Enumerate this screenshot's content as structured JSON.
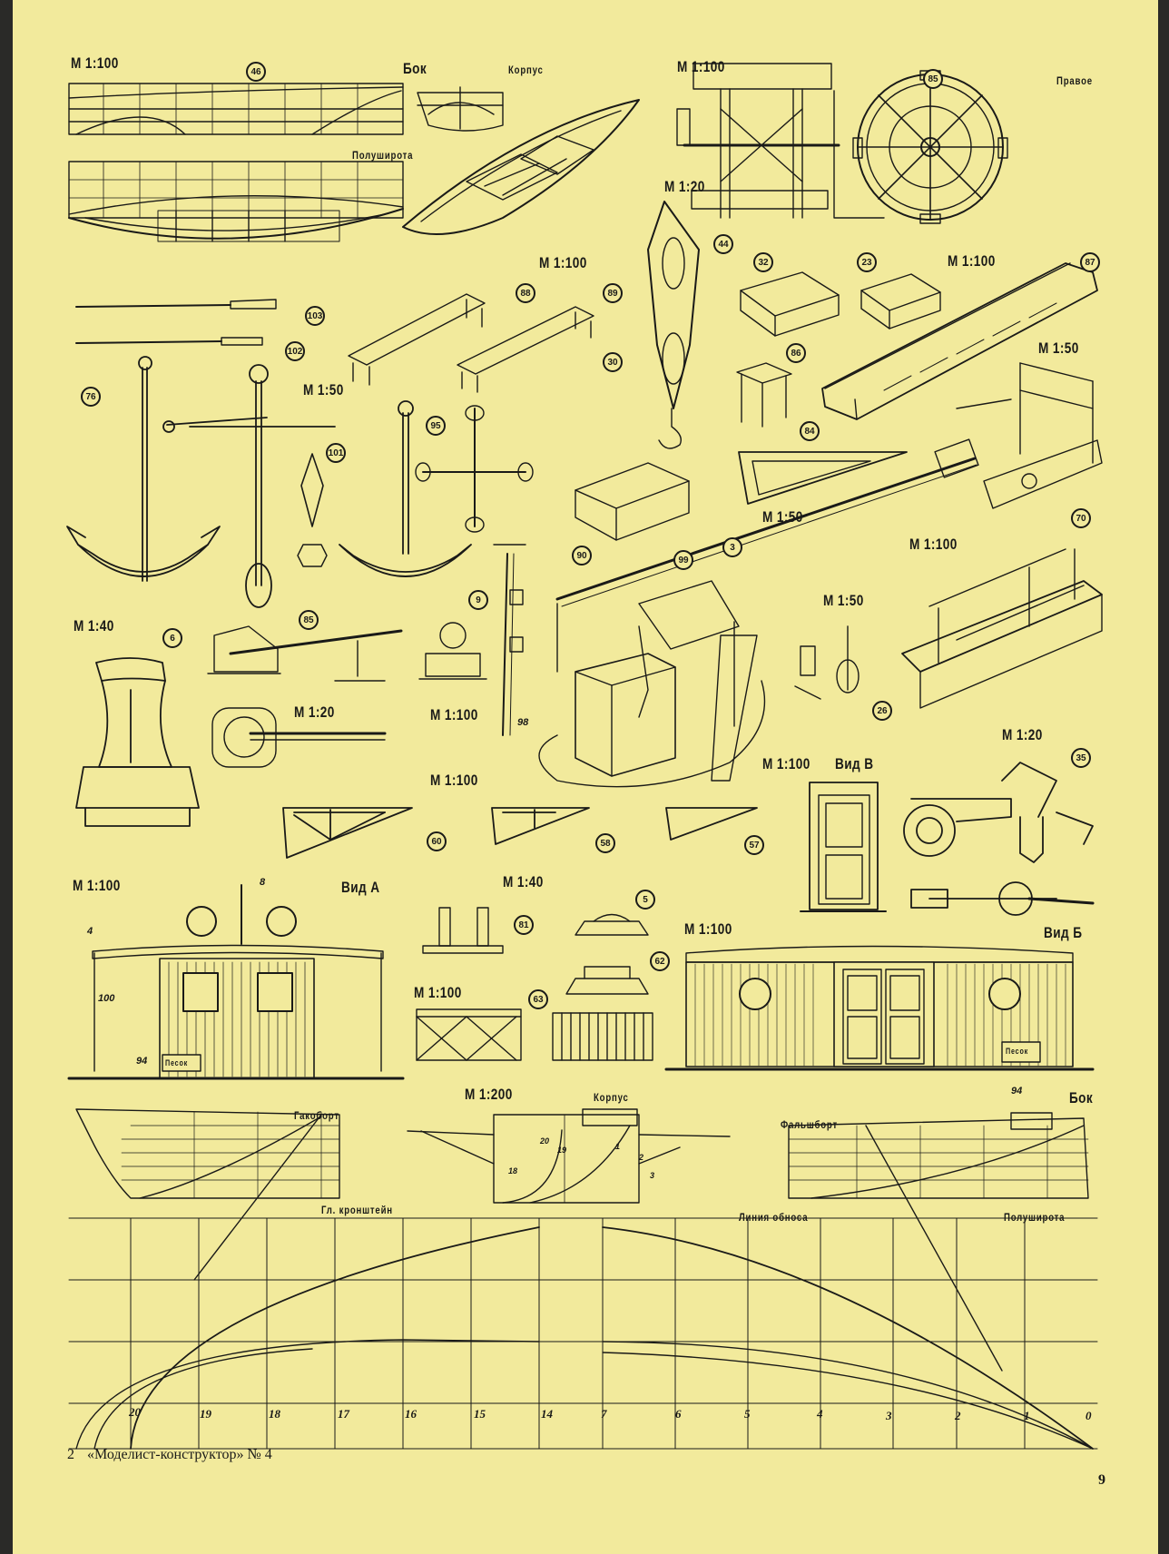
{
  "scale_labels": {
    "s46": "М 1:100",
    "s85": "М 1:100",
    "s44": "М 1:20",
    "s88": "М 1:100",
    "s32": "М 1:100",
    "s87": "М 1:100",
    "s101": "М 1:50",
    "s99": "М 1:50",
    "s70": "М 1:100",
    "s6": "М 1:40",
    "s26": "М 1:50",
    "s35": "М 1:20",
    "s_capstan": "М 1:20",
    "s9": "М 1:100",
    "s60": "М 1:100",
    "s_vidv": "М 1:100",
    "s_vida": "М 1:100",
    "s81": "М 1:40",
    "s_vidb": "М 1:100",
    "s63": "М 1:100",
    "s_lines": "М 1:200"
  },
  "view_labels": {
    "bok_top": "Бок",
    "korpus_top": "Корпус",
    "polushirota_top": "Полуширота",
    "pravoe": "Правое",
    "vid_v": "Вид В",
    "vid_a": "Вид А",
    "vid_b": "Вид Б",
    "korpus_bottom": "Корпус",
    "bok_bottom": "Бок",
    "gakobort": "Гакоборт",
    "falshbort": "Фальшборт",
    "gl_kronshtein": "Гл. кронштейн",
    "liniya_obnosa": "Линия обноса",
    "polushirota_bottom": "Полуширота",
    "pesok_a": "Песок",
    "pesok_b": "Песок"
  },
  "part_numbers": [
    "46",
    "85",
    "44",
    "32",
    "23",
    "87",
    "103",
    "102",
    "88",
    "89",
    "30",
    "86",
    "84",
    "76",
    "101",
    "95",
    "90",
    "99",
    "3",
    "70",
    "6",
    "85",
    "9",
    "98",
    "26",
    "35",
    "60",
    "58",
    "57",
    "5",
    "81",
    "62",
    "63"
  ],
  "small_numbers": {
    "n8": "8",
    "n4": "4",
    "n100": "100",
    "n94a": "94",
    "n94b": "94",
    "body1": "1",
    "body2": "2",
    "body3": "3",
    "body18": "18",
    "body19": "19",
    "body20": "20"
  },
  "station_ticks": [
    "20",
    "19",
    "18",
    "17",
    "16",
    "15",
    "14",
    "7",
    "6",
    "5",
    "4",
    "3",
    "2",
    "1",
    "0"
  ],
  "footer": {
    "page_left": "2",
    "magazine": "«Моделист-конструктор» № 4",
    "page_right": "9"
  }
}
